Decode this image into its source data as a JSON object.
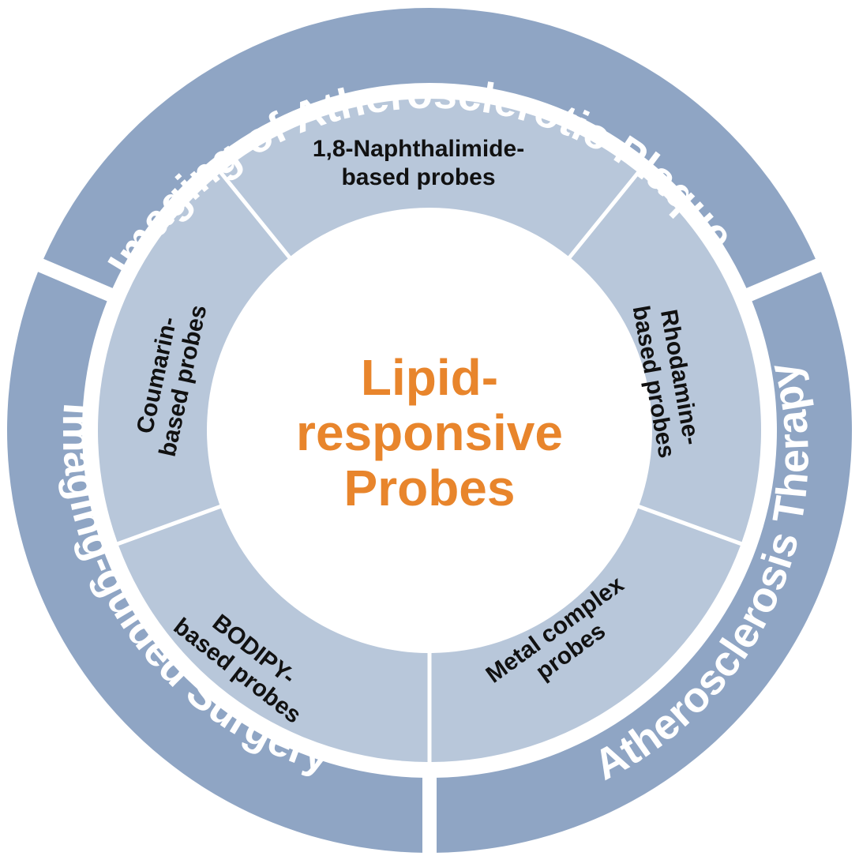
{
  "center": {
    "lines": [
      "Lipid-",
      "responsive",
      "Probes"
    ],
    "color": "#e8852c"
  },
  "outer_ring": {
    "color": "#8fa5c4",
    "segments": [
      {
        "id": "imaging-plaque",
        "label": "Imaging of Atherosclerotic Plaque"
      },
      {
        "id": "atherosclerosis-therapy",
        "label": "Atherosclerosis Therapy"
      },
      {
        "id": "imaging-guided-surgery",
        "label": "Imaging-guided Surgery"
      }
    ]
  },
  "inner_ring": {
    "color": "#b8c7da",
    "segments": [
      {
        "id": "naphthalimide",
        "lines": [
          "1,8-Naphthalimide-",
          "based probes"
        ]
      },
      {
        "id": "rhodamine",
        "lines": [
          "Rhodamine-",
          "based probes"
        ]
      },
      {
        "id": "metal-complex",
        "lines": [
          "Metal complex",
          "probes"
        ]
      },
      {
        "id": "bodipy",
        "lines": [
          "BODIPY-",
          "based probes"
        ]
      },
      {
        "id": "coumarin",
        "lines": [
          "Coumarin-",
          "based probes"
        ]
      }
    ]
  }
}
